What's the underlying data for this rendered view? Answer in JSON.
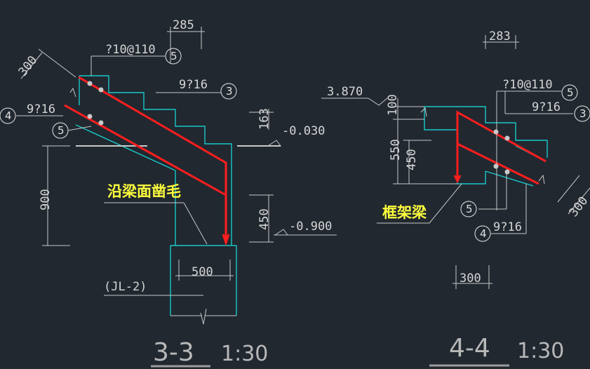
{
  "colors": {
    "background": "#212830",
    "concrete": "#19c8c8",
    "rebar": "#ff1e1e",
    "dimension": "#c8c8c8",
    "note": "#ffff3c"
  },
  "section_3_3": {
    "title": "3-3",
    "scale": "1:30",
    "dim_top": "285",
    "dim_slant": "300",
    "stirrup_label": "?10@110",
    "stirrup_marker": "5",
    "top_bars": "9?16",
    "top_marker": "3",
    "bottom_bars": "9?16",
    "bottom_marker": "4",
    "marker_5": "5",
    "dim_163": "163",
    "level_030": "-0.030",
    "dim_900": "900",
    "dim_450": "450",
    "level_900": "-0.900",
    "note": "沿梁面凿毛",
    "dim_500": "500",
    "beam_label": "(JL-2)"
  },
  "section_4_4": {
    "title": "4-4",
    "scale": "1:30",
    "dim_top": "283",
    "level_3870": "3.870",
    "dim_100": "100",
    "stirrup_label": "?10@110",
    "stirrup_marker": "5",
    "top_bars": "9?16",
    "top_marker": "3",
    "dim_550": "550",
    "dim_450": "450",
    "dim_slant": "300",
    "note": "框架梁",
    "marker_5": "5",
    "bottom_marker": "4",
    "bottom_bars": "9?16",
    "dim_300": "300"
  }
}
